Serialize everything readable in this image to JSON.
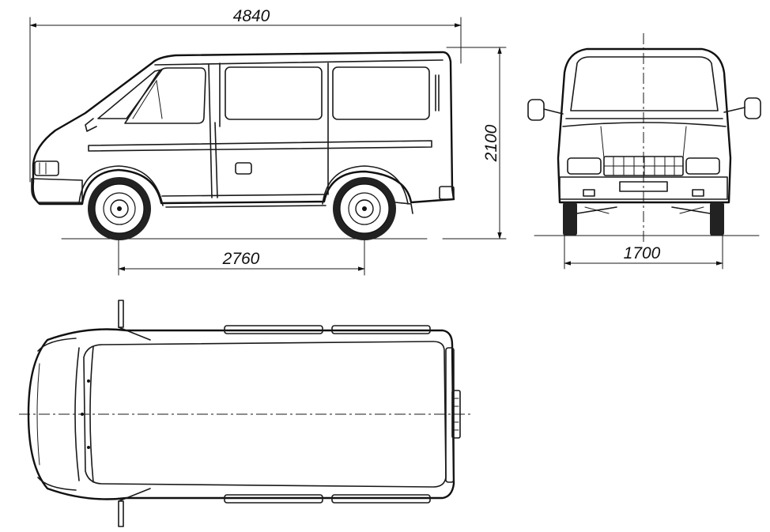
{
  "dimensions": {
    "overall_length": "4840",
    "overall_height": "2100",
    "wheelbase": "2760",
    "track_width": "1700"
  }
}
